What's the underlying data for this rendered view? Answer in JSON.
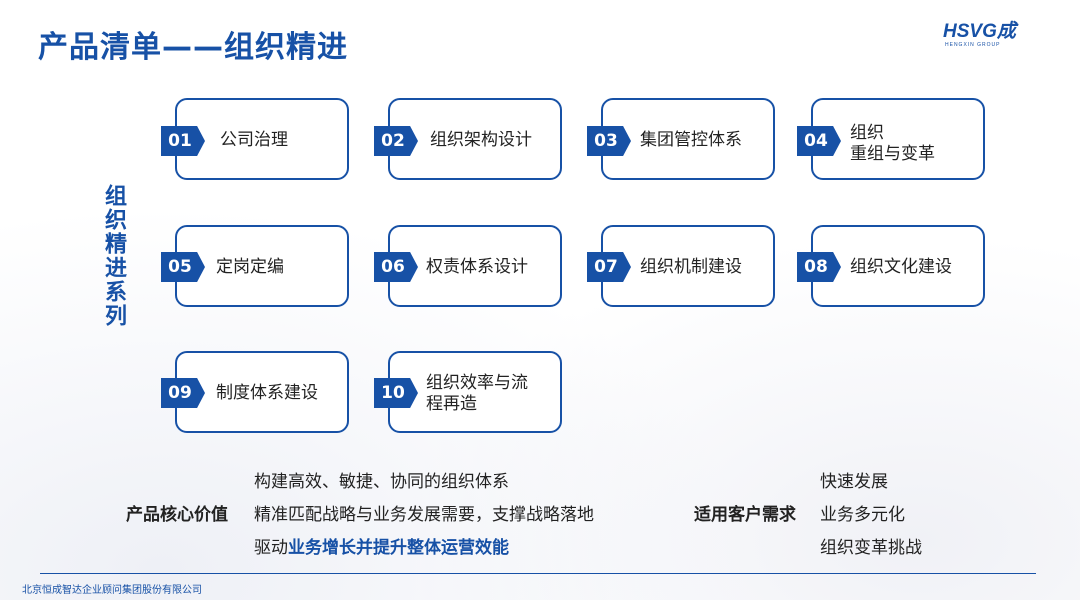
{
  "title": "产品清单——组织精进",
  "logo": {
    "text": "HSVG成",
    "sub": "HENGXIN GROUP"
  },
  "series_label": "组织精进系列",
  "products": [
    {
      "num": "01",
      "label": "公司治理"
    },
    {
      "num": "02",
      "label": "组织架构设计"
    },
    {
      "num": "03",
      "label": "集团管控体系"
    },
    {
      "num": "04",
      "label": "组织\n重组与变革"
    },
    {
      "num": "05",
      "label": "定岗定编"
    },
    {
      "num": "06",
      "label": "权责体系设计"
    },
    {
      "num": "07",
      "label": "组织机制建设"
    },
    {
      "num": "08",
      "label": "组织文化建设"
    },
    {
      "num": "09",
      "label": "制度体系建设"
    },
    {
      "num": "10",
      "label": "组织效率与流\n程再造"
    }
  ],
  "core_value": {
    "label": "产品核心价值",
    "lines": [
      "构建高效、敏捷、协同的组织体系",
      "精准匹配战略与业务发展需要，支撑战略落地"
    ],
    "line3": {
      "prefix": "驱动",
      "highlight1": "业务增长",
      "mid": "并",
      "highlight2": "提升整体运营效能"
    }
  },
  "customer_needs": {
    "label": "适用客户需求",
    "items": [
      "快速发展",
      "业务多元化",
      "组织变革挑战"
    ]
  },
  "footer": "北京恒成智达企业顾问集团股份有限公司",
  "colors": {
    "accent": "#1751a6",
    "text": "#222222"
  }
}
